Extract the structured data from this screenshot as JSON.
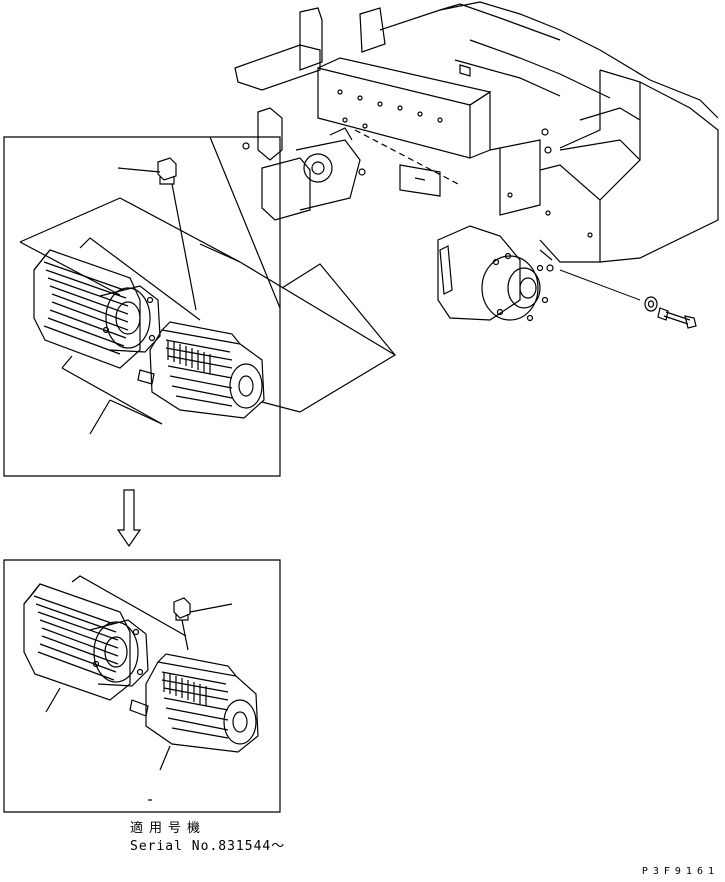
{
  "caption": {
    "applicable_serial_jp": "適用号機",
    "serial_label": "Serial No.831544～"
  },
  "drawing_code": "P3F9161",
  "colors": {
    "line": "#000000",
    "background": "#ffffff"
  },
  "icons": [
    "down-arrow-icon",
    "bolt-icon",
    "washer-icon"
  ]
}
